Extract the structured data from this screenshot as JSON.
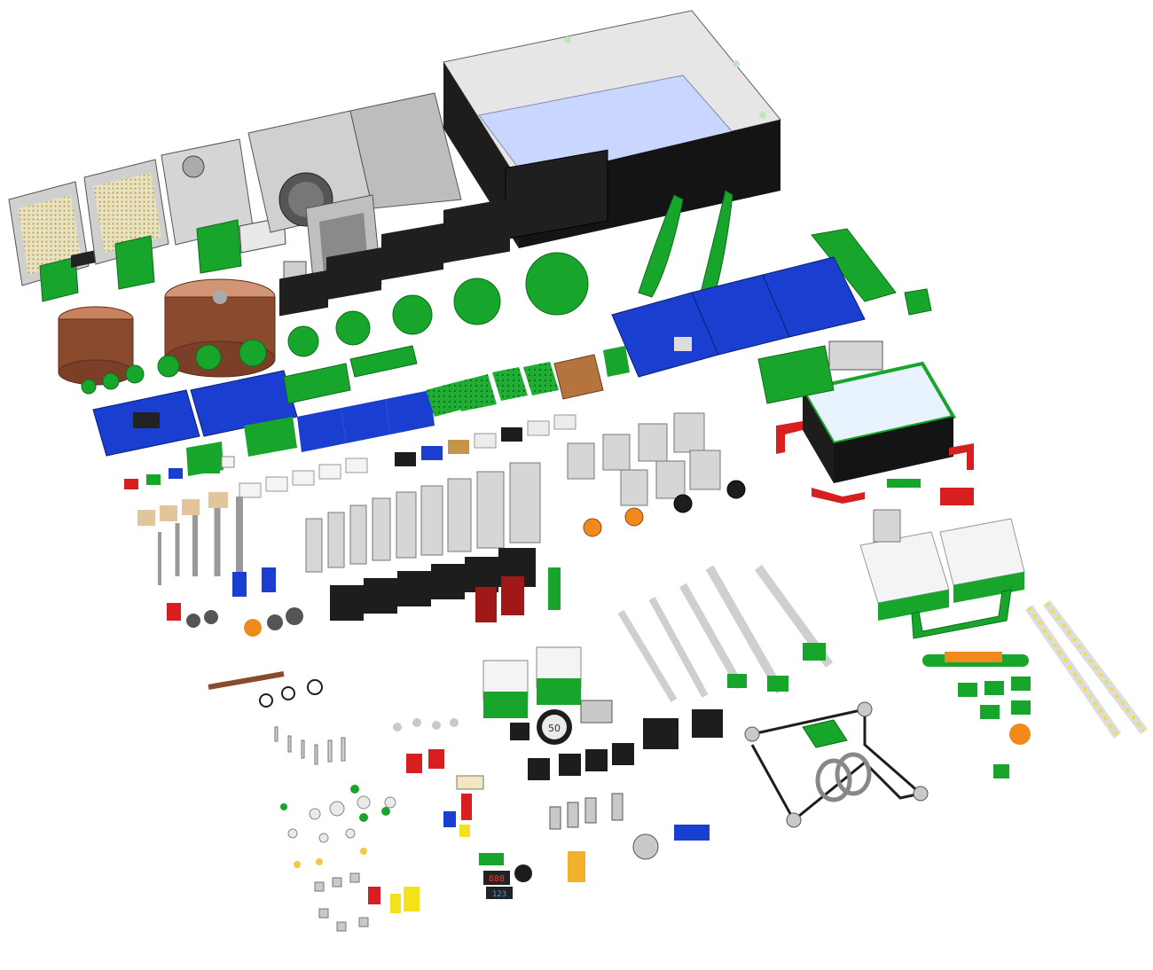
{
  "scene": {
    "background": "#ffffff",
    "readouts": {
      "gauge_face": "50",
      "display_red_top": "888",
      "display_red_bottom": "123"
    },
    "palette": {
      "green": "#17a52c",
      "dark_green": "#0d6e1b",
      "blue": "#1a3fd0",
      "red": "#d81e1e",
      "grey": "#c9c9c9",
      "dark": "#1d1d1d",
      "copper": "#8a4a2e",
      "orange": "#f08a1c",
      "yellow": "#f2e11b",
      "white": "#f4f4f4",
      "aluminium": "#d6d6d6"
    }
  }
}
